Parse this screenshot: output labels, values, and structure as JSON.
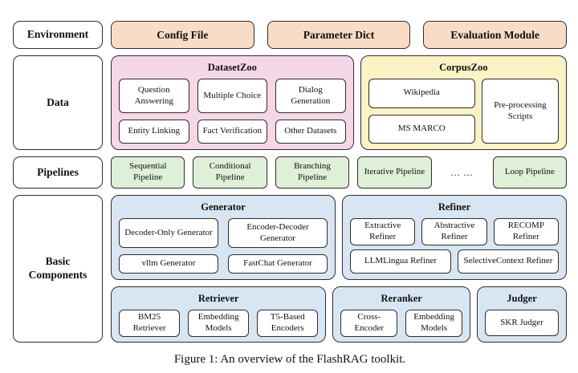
{
  "figure": {
    "caption": "Figure 1: An overview of the FlashRAG toolkit."
  },
  "environment": {
    "label": "Environment",
    "items": [
      "Config File",
      "Parameter Dict",
      "Evaluation Module"
    ]
  },
  "data_section": {
    "label": "Data",
    "dataset_zoo": {
      "title": "DatasetZoo",
      "items": [
        "Question Answering",
        "Multiple Choice",
        "Dialog Generation",
        "Entity Linking",
        "Fact Verification",
        "Other Datasets"
      ]
    },
    "corpus_zoo": {
      "title": "CorpusZoo",
      "items": [
        "Wikipedia",
        "MS MARCO"
      ],
      "side_item": "Pre-processing Scripts"
    }
  },
  "pipelines": {
    "label": "Pipelines",
    "items": [
      "Sequential Pipeline",
      "Conditional Pipeline",
      "Branching Pipeline",
      "Iterative Pipeline"
    ],
    "ellipsis": "... ...",
    "loop": "Loop Pipeline"
  },
  "basic_components": {
    "label": "Basic Components",
    "generator": {
      "title": "Generator",
      "items": [
        "Decoder-Only Generator",
        "Encoder-Decoder Generator",
        "vllm Generator",
        "FastChat Generator"
      ]
    },
    "refiner": {
      "title": "Refiner",
      "items": [
        "Extractive Refiner",
        "Abstractive Refiner",
        "RECOMP Refiner",
        "LLMLingua Refiner",
        "SelectiveContext Refiner"
      ]
    },
    "retriever": {
      "title": "Retriever",
      "items": [
        "BM25 Retriever",
        "Embedding Models",
        "T5-Based Encoders"
      ]
    },
    "reranker": {
      "title": "Reranker",
      "items": [
        "Cross-Encoder",
        "Embedding Models"
      ]
    },
    "judger": {
      "title": "Judger",
      "items": [
        "SKR Judger"
      ]
    }
  },
  "colors": {
    "peach": "#f8dcc6",
    "pink": "#f5d7e7",
    "yellow": "#fbf2c6",
    "green": "#def0d7",
    "blue": "#d8e6f3",
    "border": "#2d2d2d"
  }
}
